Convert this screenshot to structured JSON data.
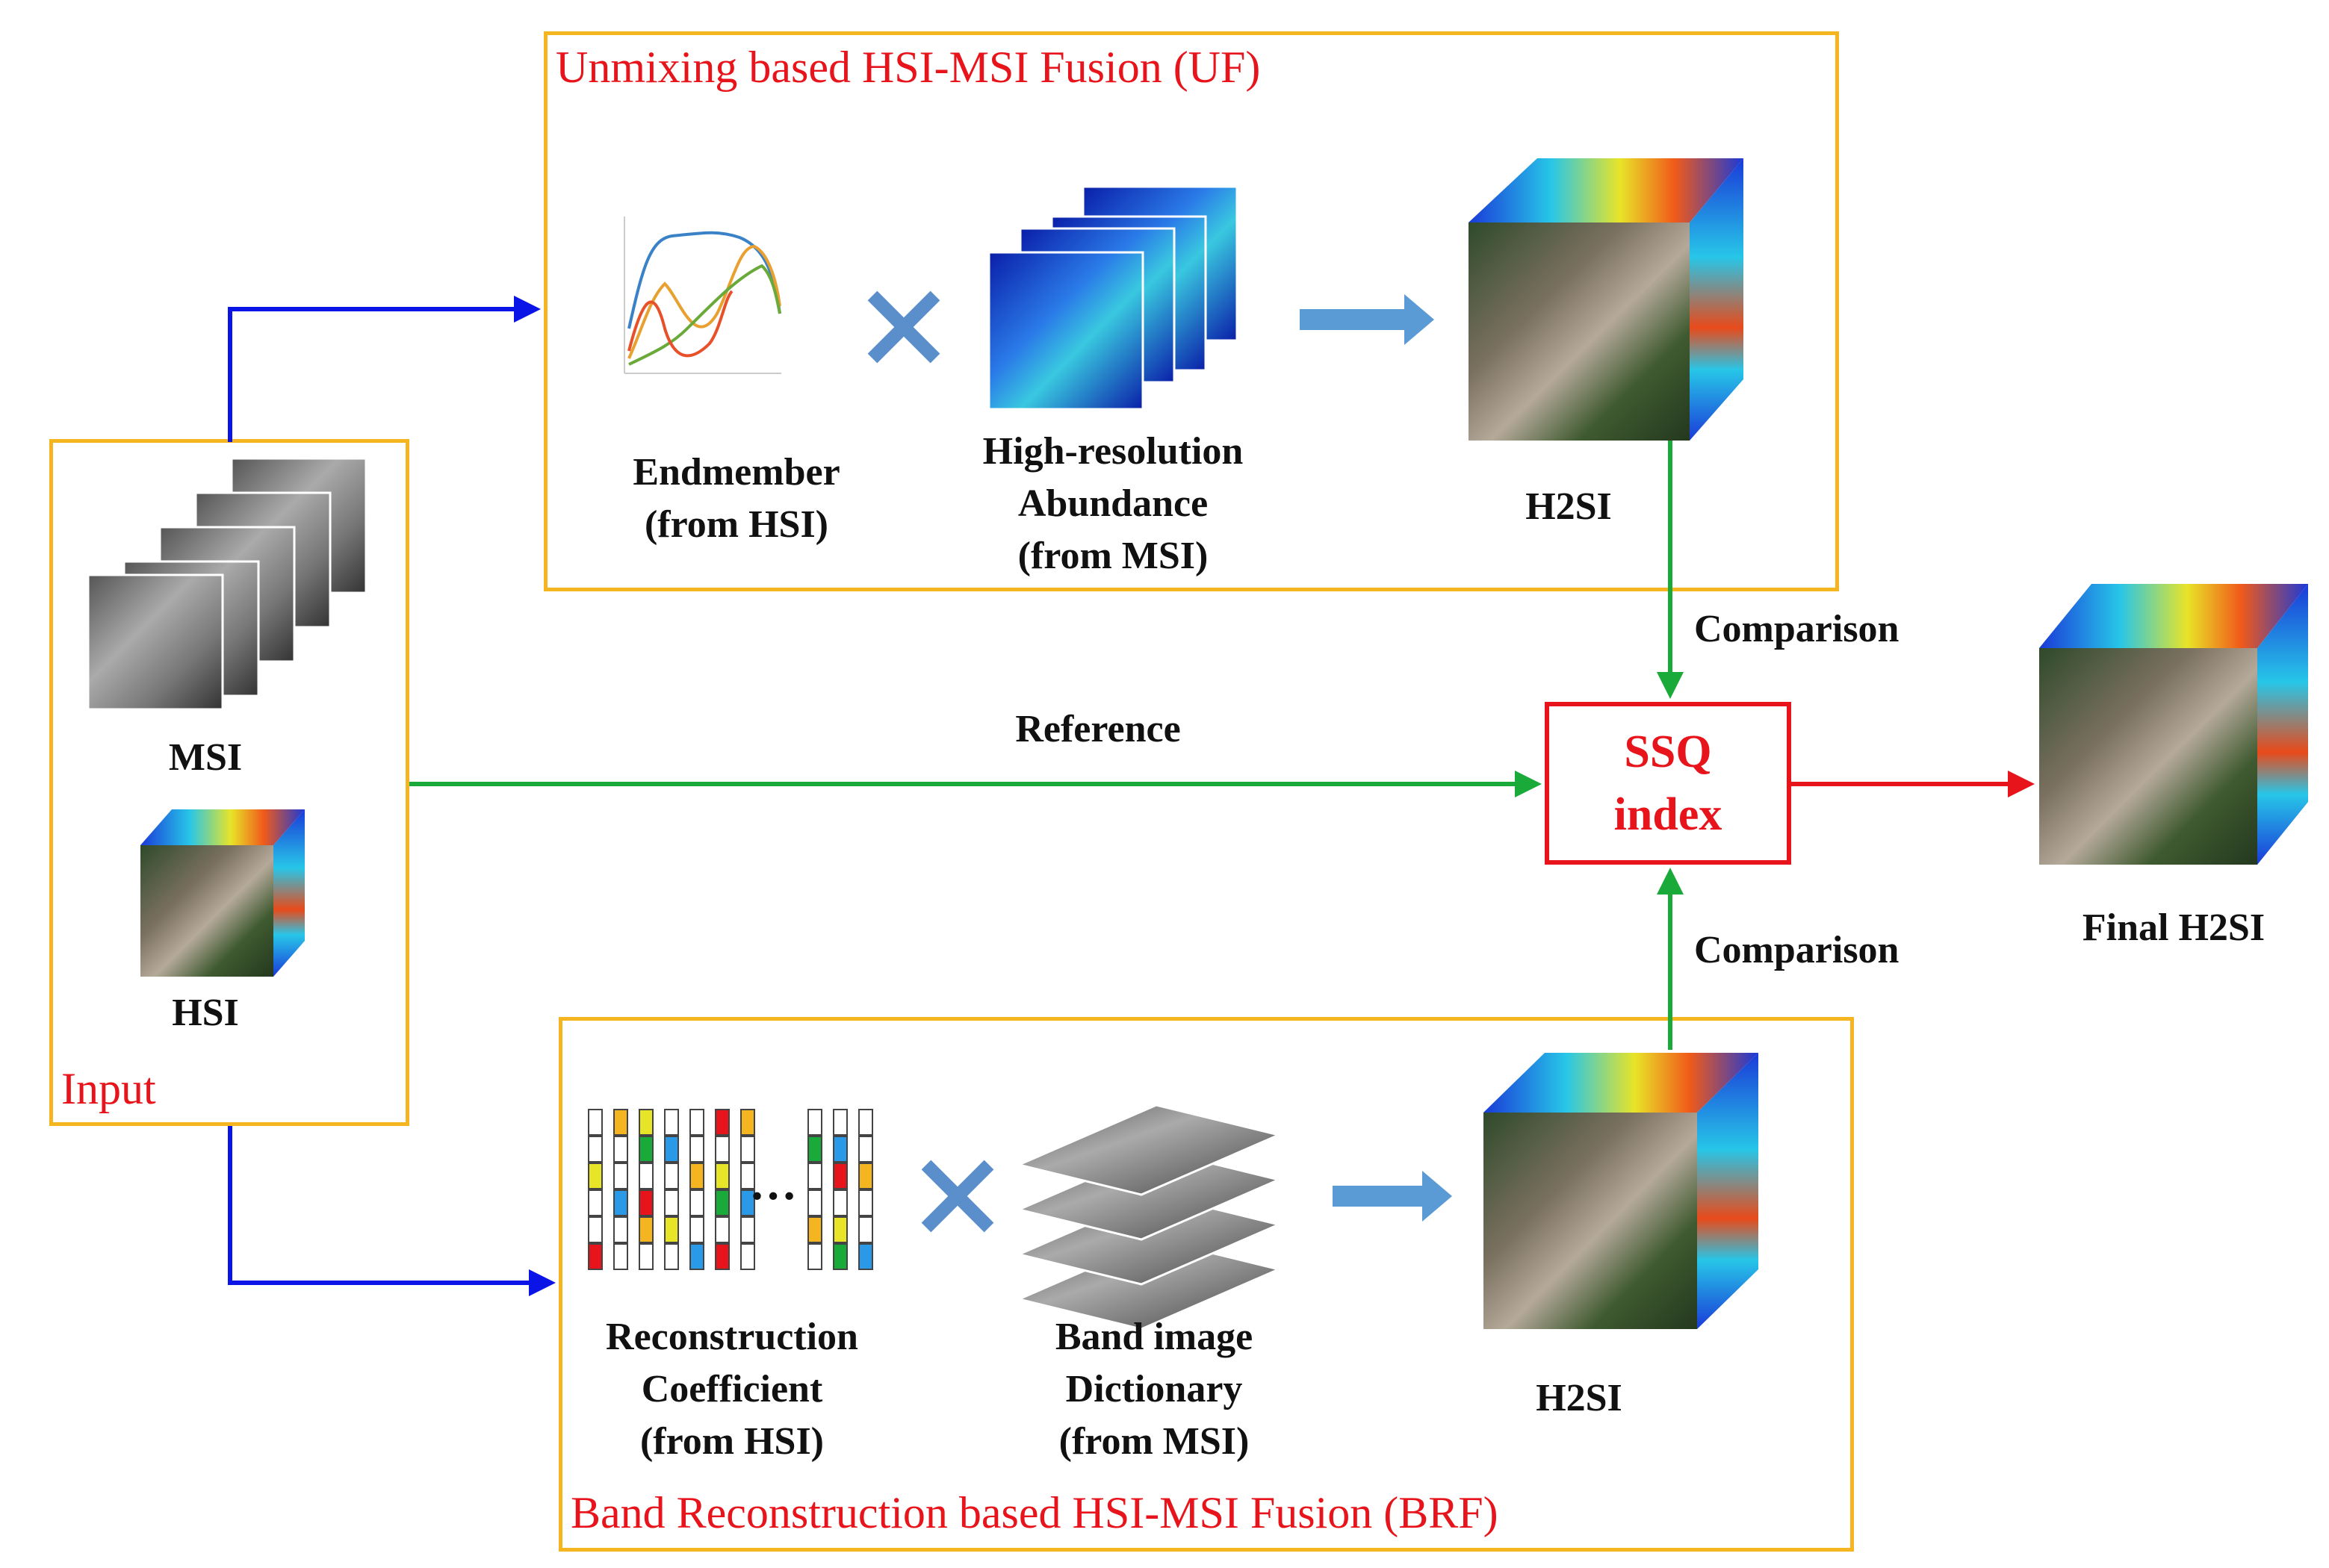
{
  "input_box": {
    "label": "Input",
    "msi_label": "MSI",
    "hsi_label": "HSI"
  },
  "uf_box": {
    "title": "Unmixing based HSI-MSI Fusion (UF)",
    "endmember_line1": "Endmember",
    "endmember_line2": "(from HSI)",
    "abundance_line1": "High-resolution",
    "abundance_line2": "Abundance",
    "abundance_line3": "(from MSI)",
    "output_label": "H2SI"
  },
  "brf_box": {
    "title": "Band Reconstruction based HSI-MSI Fusion (BRF)",
    "coef_line1": "Reconstruction",
    "coef_line2": "Coefficient",
    "coef_line3": "(from HSI)",
    "dict_line1": "Band image",
    "dict_line2": "Dictionary",
    "dict_line3": "(from MSI)",
    "output_label": "H2SI",
    "ellipsis": "…"
  },
  "center": {
    "reference_label": "Reference",
    "comparison_top": "Comparison",
    "comparison_bottom": "Comparison",
    "ssq_line1": "SSQ",
    "ssq_line2": "index"
  },
  "final": {
    "label": "Final H2SI"
  },
  "colors": {
    "box_border": "#f5b521",
    "title_red": "#e8141b",
    "arrow_blue": "#0a14e6",
    "arrow_green": "#1aaa3a",
    "arrow_red": "#e8141b",
    "arrow_lightblue": "#5b9bd5"
  }
}
